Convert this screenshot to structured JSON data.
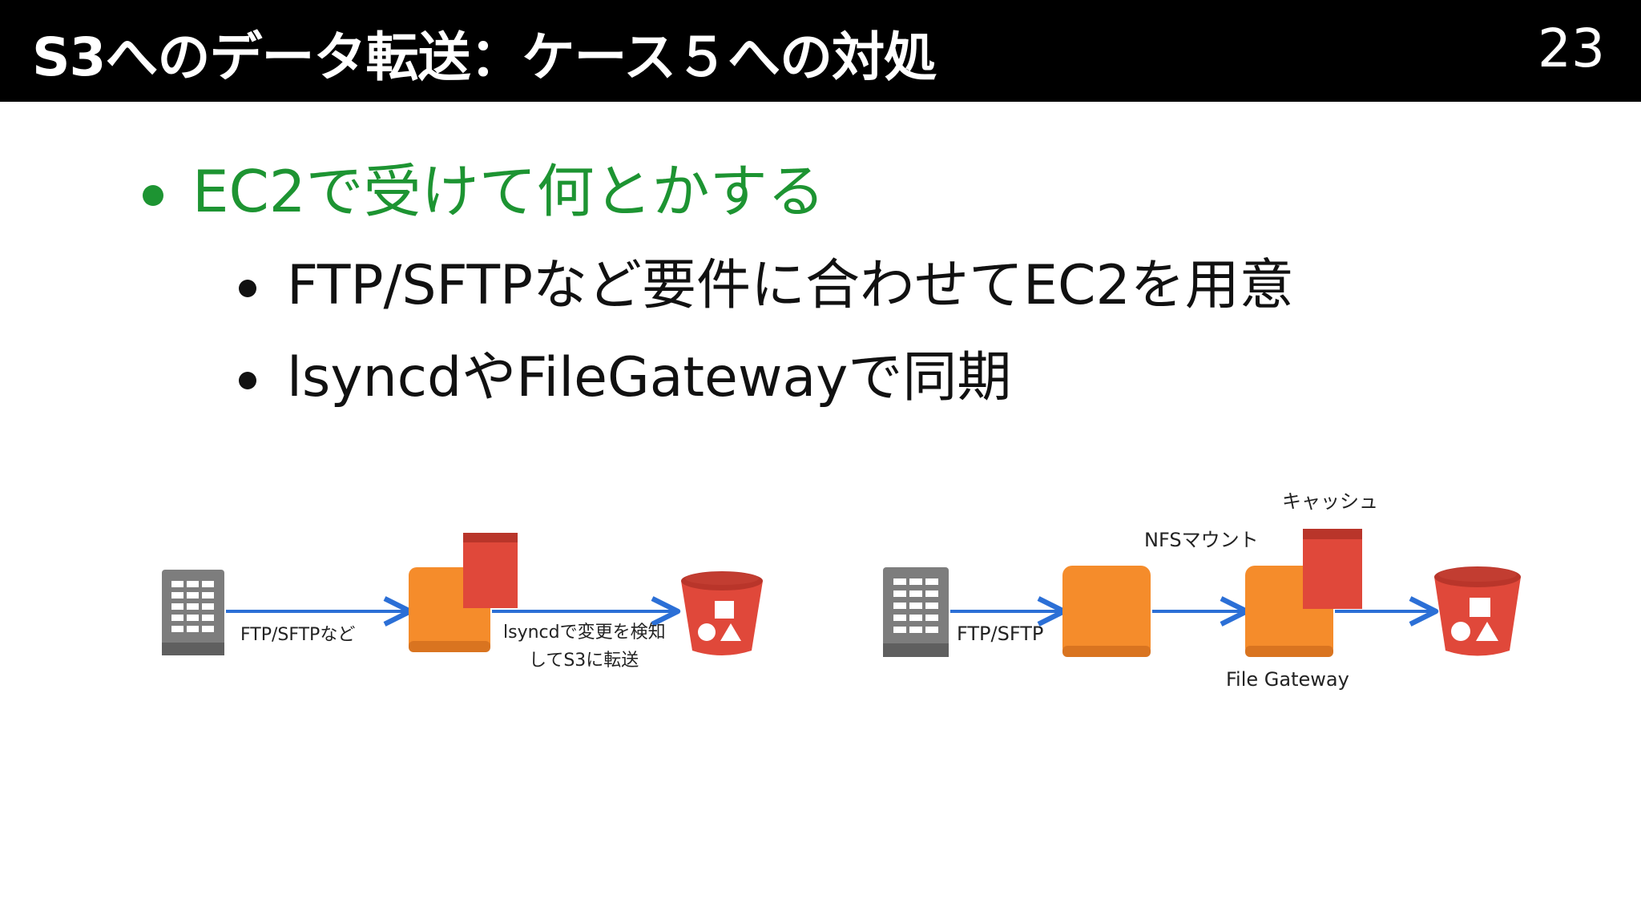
{
  "header": {
    "title": "S3へのデータ転送：ケース５への対処",
    "page_number": "23"
  },
  "bullets": {
    "main": "EC2で受けて何とかする",
    "sub": [
      "FTP/SFTPなど要件に合わせてEC2を用意",
      "lsyncdやFileGatewayで同期"
    ]
  },
  "diagram_left": {
    "label_ftp": "FTP/SFTPなど",
    "label_lsyncd_line1": "lsyncdで変更を検知",
    "label_lsyncd_line2": "してS3に転送"
  },
  "diagram_right": {
    "label_ftp": "FTP/SFTP",
    "label_nfs": "NFSマウント",
    "label_cache": "キャッシュ",
    "label_gateway": "File Gateway"
  },
  "colors": {
    "header_bg": "#000000",
    "accent_green": "#1d9432",
    "arrow_blue": "#2b6fd6",
    "ec2_orange": "#f58c2b",
    "cache_red": "#e0483a",
    "s3_red": "#e0483a",
    "server_gray": "#7d7d7d"
  }
}
